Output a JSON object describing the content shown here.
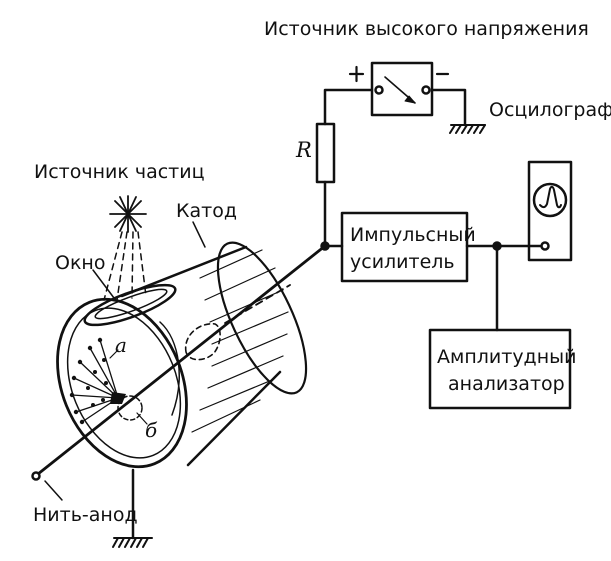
{
  "labels": {
    "hv_source": "Источник высокого напряжения",
    "plus": "+",
    "minus": "−",
    "resistor": "R",
    "oscillograph": "Осцилограф",
    "particle_source": "Источник частиц",
    "cathode": "Катод",
    "window": "Окно",
    "amplifier_line1": "Импульсный",
    "amplifier_line2": "усилитель",
    "analyzer_line1": "Амплитудный",
    "analyzer_line2": "анализатор",
    "point_a": "а",
    "point_b": "б",
    "anode_wire": "Нить-анод"
  },
  "colors": {
    "ink": "#111111",
    "background": "#ffffff"
  },
  "icons": [
    "star-burst-icon",
    "ground-icon",
    "sine-wave-icon"
  ]
}
